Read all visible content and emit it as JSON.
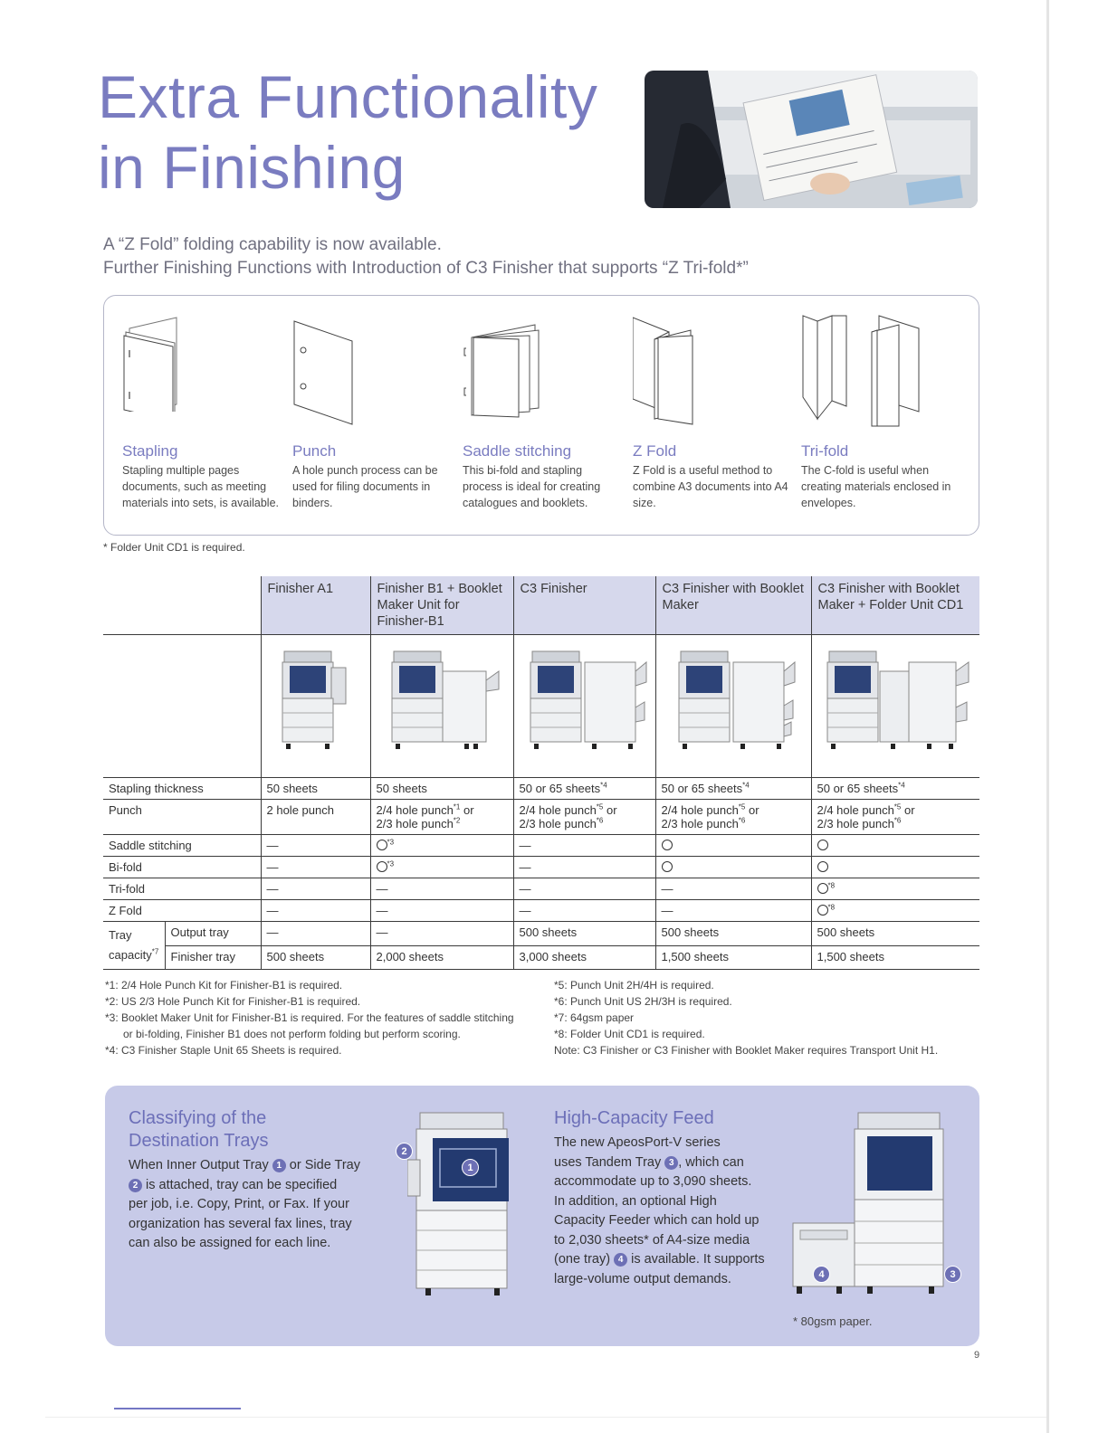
{
  "title": {
    "line1": "Extra Functionality",
    "line2": "in Finishing"
  },
  "intro": {
    "line1": "A “Z Fold” folding capability is now available.",
    "line2": "Further Finishing Functions with Introduction of C3 Finisher that supports “Z Tri-fold*”"
  },
  "functions": [
    {
      "title": "Stapling",
      "desc": "Stapling multiple pages documents, such as meeting materials into sets, is available.",
      "icon": "stapling-icon"
    },
    {
      "title": "Punch",
      "desc": "A hole punch process can be used for filing documents in binders.",
      "icon": "punch-icon"
    },
    {
      "title": "Saddle stitching",
      "desc": "This bi-fold and stapling process is ideal for creating catalogues and booklets.",
      "icon": "saddle-stitching-icon"
    },
    {
      "title": "Z Fold",
      "desc": "Z Fold is a useful method to combine A3 documents into A4 size.",
      "icon": "z-fold-icon"
    },
    {
      "title": "Tri-fold",
      "desc": "The C-fold is useful when creating materials enclosed in envelopes.",
      "icon": "tri-fold-icon"
    }
  ],
  "folder_note": "* Folder Unit CD1 is required.",
  "table": {
    "headers": [
      "Finisher A1",
      "Finisher B1 + Booklet Maker Unit for Finisher-B1",
      "C3 Finisher",
      "C3 Finisher with Booklet Maker",
      "C3 Finisher with Booklet Maker + Folder Unit CD1"
    ],
    "rows": {
      "stapling": {
        "label": "Stapling thickness",
        "cells": [
          "50 sheets",
          "50 sheets",
          "50 or 65 sheets",
          "50 or 65 sheets",
          "50 or 65 sheets"
        ],
        "sups": [
          "",
          "",
          "*4",
          "*4",
          "*4"
        ]
      },
      "punch": {
        "label": "Punch",
        "a1": "2 hole punch",
        "b1_1": "2/4 hole punch",
        "b1_1s": "*1",
        "b1_or": " or",
        "b1_2": "2/3 hole punch",
        "b1_2s": "*2",
        "c3_1": "2/4 hole punch",
        "c3_1s": "*5",
        "c3_or": " or",
        "c3_2": "2/3 hole punch",
        "c3_2s": "*6"
      },
      "saddle": {
        "label": "Saddle stitching",
        "dash": "—",
        "sup": "*3"
      },
      "bifold": {
        "label": "Bi-fold",
        "dash": "—",
        "sup": "*3"
      },
      "trifold": {
        "label": "Tri-fold",
        "dash": "—",
        "sup": "*8"
      },
      "zfold": {
        "label": "Z Fold",
        "dash": "—",
        "sup": "*8"
      },
      "tray": {
        "label1": "Tray",
        "label2": "capacity",
        "label_sup": "*7",
        "output_label": "Output tray",
        "finisher_label": "Finisher tray",
        "output": [
          "—",
          "—",
          "500 sheets",
          "500 sheets",
          "500 sheets"
        ],
        "finisher": [
          "500 sheets",
          "2,000 sheets",
          "3,000 sheets",
          "1,500 sheets",
          "1,500 sheets"
        ]
      }
    }
  },
  "notes_left": [
    "*1: 2/4 Hole Punch Kit for Finisher-B1 is required.",
    "*2: US 2/3 Hole Punch Kit for Finisher-B1 is required.",
    "*3: Booklet Maker Unit for Finisher-B1 is required. For the features of saddle stitching",
    "or bi-folding, Finisher B1 does not perform folding but perform scoring.",
    "*4: C3 Finisher Staple Unit 65 Sheets is required."
  ],
  "notes_right": [
    "*5:  Punch Unit 2H/4H is required.",
    "*6:  Punch Unit US 2H/3H is required.",
    "*7: 64gsm paper",
    "*8: Folder Unit CD1 is required.",
    "Note: C3 Finisher or C3 Finisher with Booklet Maker requires Transport Unit H1."
  ],
  "classifying": {
    "title1": "Classifying of the",
    "title2": "Destination Trays",
    "l1a": "When Inner Output Tray ",
    "l1b": " or Side Tray",
    "l2b": " is attached, tray can be specified",
    "l3": "per job, i.e. Copy, Print, or Fax. If your",
    "l4": "organization has several fax lines, tray",
    "l5": "can also be assigned for each line.",
    "n1": "1",
    "n2": "2"
  },
  "feed": {
    "title": "High-Capacity Feed",
    "l1": "The new ApeosPort-V series",
    "l2a": "uses Tandem Tray ",
    "l2b": ", which can",
    "l3": "accommodate up to 3,090 sheets.",
    "l4": "In addition, an optional High",
    "l5": "Capacity Feeder which can hold up",
    "l6": "to 2,030 sheets* of A4-size media",
    "l7a": "(one tray) ",
    "l7b": " is available. It supports",
    "l8": "large-volume output demands.",
    "n3": "3",
    "n4": "4",
    "note": "* 80gsm paper."
  },
  "page_number": "9",
  "colors": {
    "accent": "#7a7cc0",
    "panel": "#c7cae8",
    "header": "#d6d8ec"
  }
}
